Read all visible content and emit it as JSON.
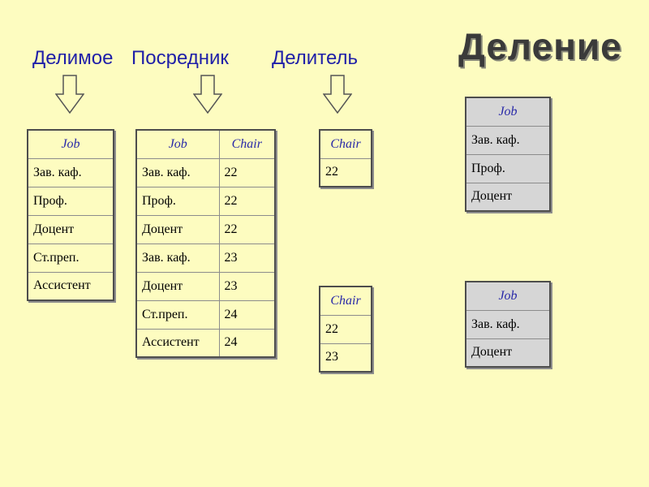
{
  "title": "Деление",
  "labels": {
    "dividend": "Делимое",
    "intermediary": "Посредник",
    "divisor": "Делитель"
  },
  "tables": {
    "dividend": {
      "header": "Job",
      "rows": [
        "Зав. каф.",
        "Проф.",
        "Доцент",
        "Ст.преп.",
        "Ассистент"
      ]
    },
    "intermediary": {
      "headers": [
        "Job",
        "Chair"
      ],
      "rows": [
        [
          "Зав. каф.",
          "22"
        ],
        [
          "Проф.",
          "22"
        ],
        [
          "Доцент",
          "22"
        ],
        [
          "Зав. каф.",
          "23"
        ],
        [
          "Доцент",
          "23"
        ],
        [
          "Ст.преп.",
          "24"
        ],
        [
          "Ассистент",
          "24"
        ]
      ]
    },
    "divisor1": {
      "header": "Chair",
      "rows": [
        "22"
      ]
    },
    "divisor2": {
      "header": "Chair",
      "rows": [
        "22",
        "23"
      ]
    },
    "result1": {
      "header": "Job",
      "rows": [
        "Зав. каф.",
        "Проф.",
        "Доцент"
      ]
    },
    "result2": {
      "header": "Job",
      "rows": [
        "Зав. каф.",
        "Доцент"
      ]
    }
  },
  "colors": {
    "background": "#fdfcc0",
    "label": "#1f1fa8",
    "header": "#2929a8",
    "result_fill": "#d6d6d6"
  }
}
